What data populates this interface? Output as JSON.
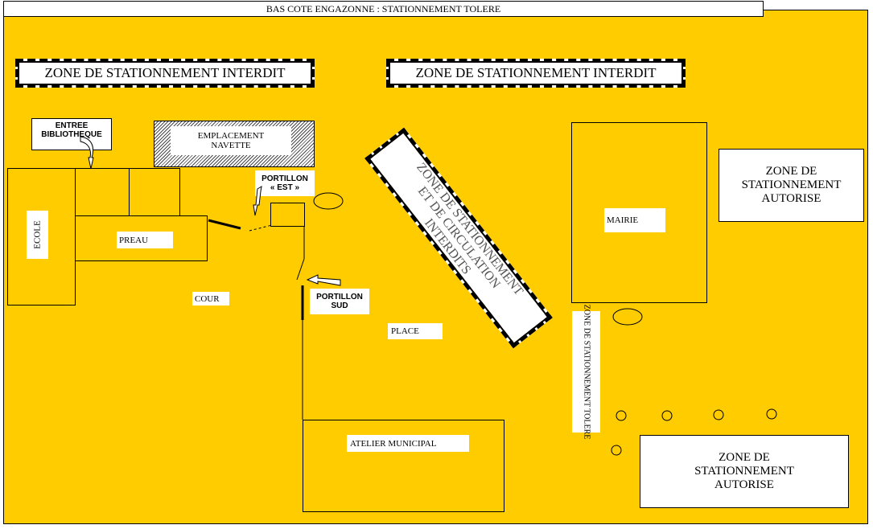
{
  "colors": {
    "background": "#ffcc00",
    "box": "#ffffff",
    "line": "#000000"
  },
  "header": "BAS COTE ENGAZONNE :  STATIONNEMENT TOLERE",
  "zones": {
    "forbidden_left": "ZONE DE STATIONNEMENT INTERDIT",
    "forbidden_right": "ZONE DE STATIONNEMENT INTERDIT",
    "diagonal": "ZONE DE STATIONNEMENT\nET DE CIRCULATION\nINTERDITS",
    "authorized_top": "ZONE DE\nSTATIONNEMENT\nAUTORISE",
    "authorized_bottom": "ZONE DE\nSTATIONNEMENT\nAUTORISE",
    "tolere_vertical": "ZONE DE STATIONNEMENT TOLERE"
  },
  "labels": {
    "entree_bibliotheque": "ENTREE\nBIBLIOTHEQUE",
    "emplacement_navette": "EMPLACEMENT\nNAVETTE",
    "portillon_est": "PORTILLON\n« EST »",
    "portillon_sud": "PORTILLON\nSUD",
    "ecole": "ECOLE",
    "preau": "PREAU",
    "cour": "COUR",
    "place": "PLACE",
    "mairie": "MAIRIE",
    "atelier": "ATELIER MUNICIPAL"
  }
}
